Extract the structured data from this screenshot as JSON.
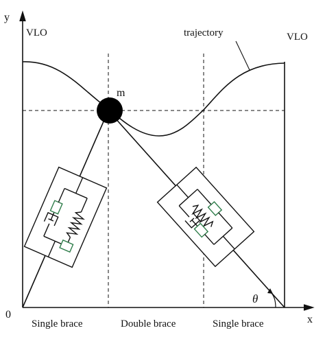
{
  "axes": {
    "y_label": "y",
    "x_label": "x",
    "origin_label": "0"
  },
  "left_label": "VLO",
  "right_label": "VLO",
  "trajectory_label": "trajectory",
  "mass_label": "m",
  "angle_label": "θ",
  "phases": {
    "left": "Single brace",
    "middle": "Double brace",
    "right": "Single brace"
  },
  "colors": {
    "ink": "#111111",
    "spring_element": "#2e7d4a"
  }
}
